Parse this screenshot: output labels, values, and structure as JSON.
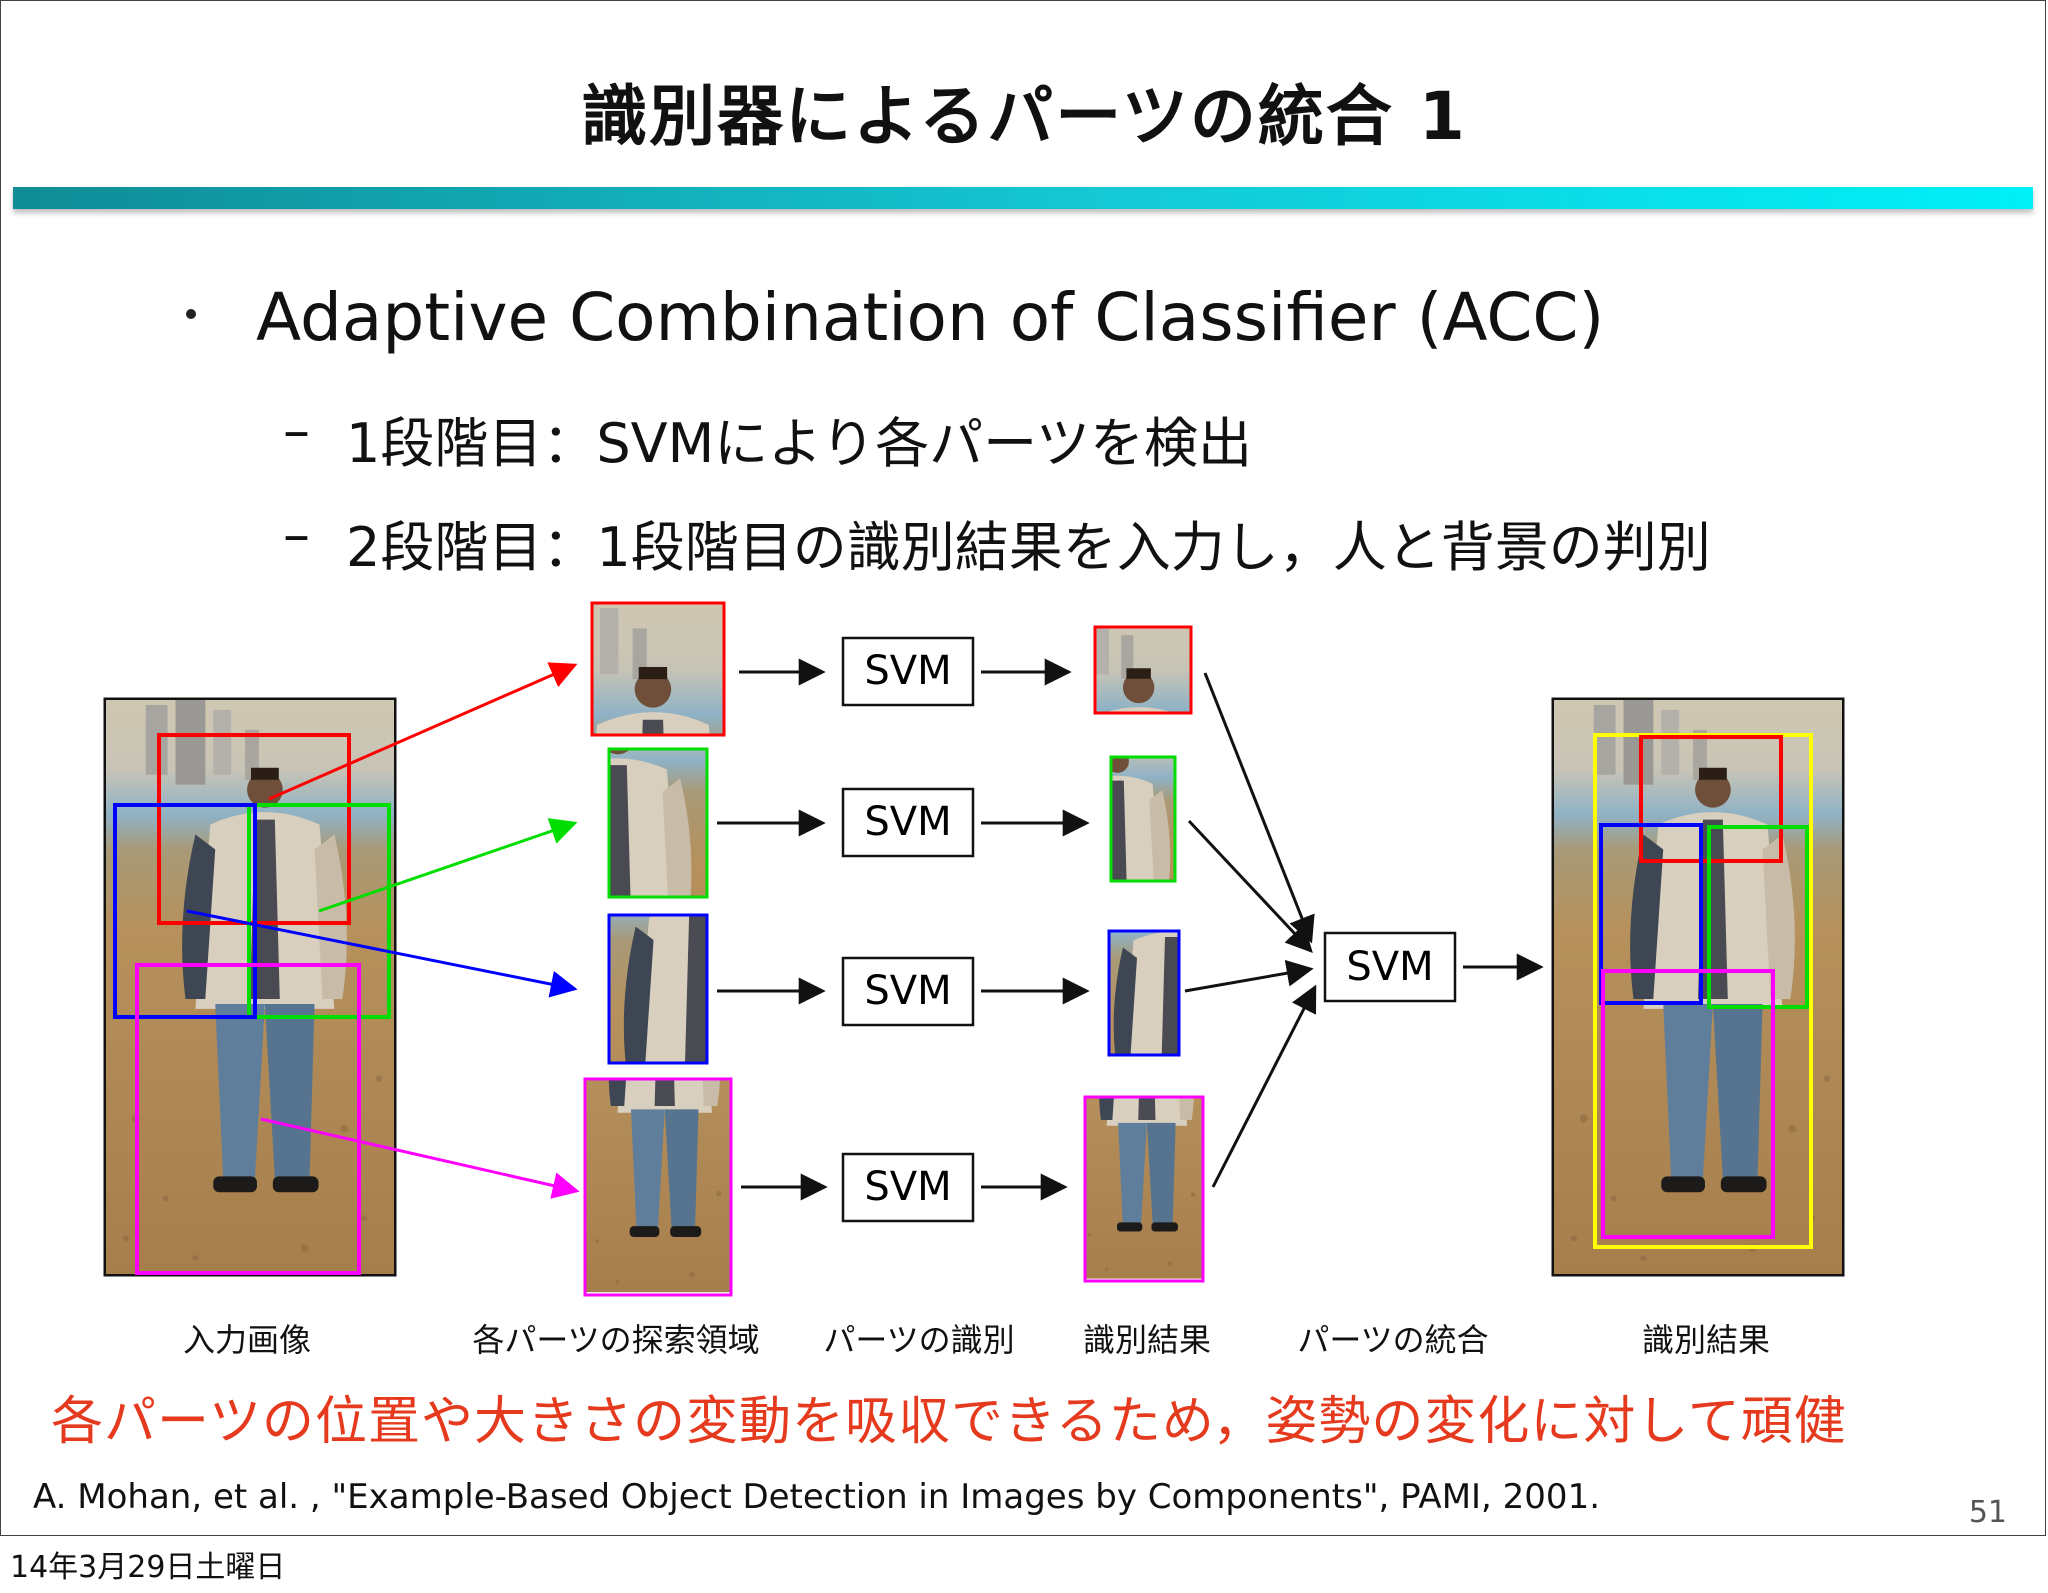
{
  "slide": {
    "title": "識別器によるパーツの統合 1",
    "bullet": "Adaptive Combination of Classifier (ACC)",
    "subbullets": [
      "1段階目：SVMにより各パーツを検出",
      "2段階目：1段階目の識別結果を入力し，人と背景の判別"
    ],
    "dash": "–",
    "summary": "各パーツの位置や大きさの変動を吸収できるため，姿勢の変化に対して頑健",
    "citation": "A. Mohan, et al. , \"Example-Based Object Detection in Images by Components\", PAMI, 2001.",
    "page_number": "51"
  },
  "diagram": {
    "svm_label": "SVM",
    "captions": [
      "入力画像",
      "各パーツの探索領域",
      "パーツの識別",
      "識別結果",
      "パーツの統合",
      "識別結果"
    ],
    "part_colors": {
      "head": "#ff0000",
      "right_arm": "#00dd00",
      "left_arm": "#0000ff",
      "legs": "#ff00ff",
      "person": "#ffff00"
    },
    "scene_colors": {
      "sky": "#cfc7b2",
      "sea": "#8fb2c5",
      "sand": "#b6915c",
      "jacket": "#d9cfbf",
      "jeans": "#5f7e9c"
    }
  },
  "footer": {
    "date": "14年3月29日土曜日"
  }
}
